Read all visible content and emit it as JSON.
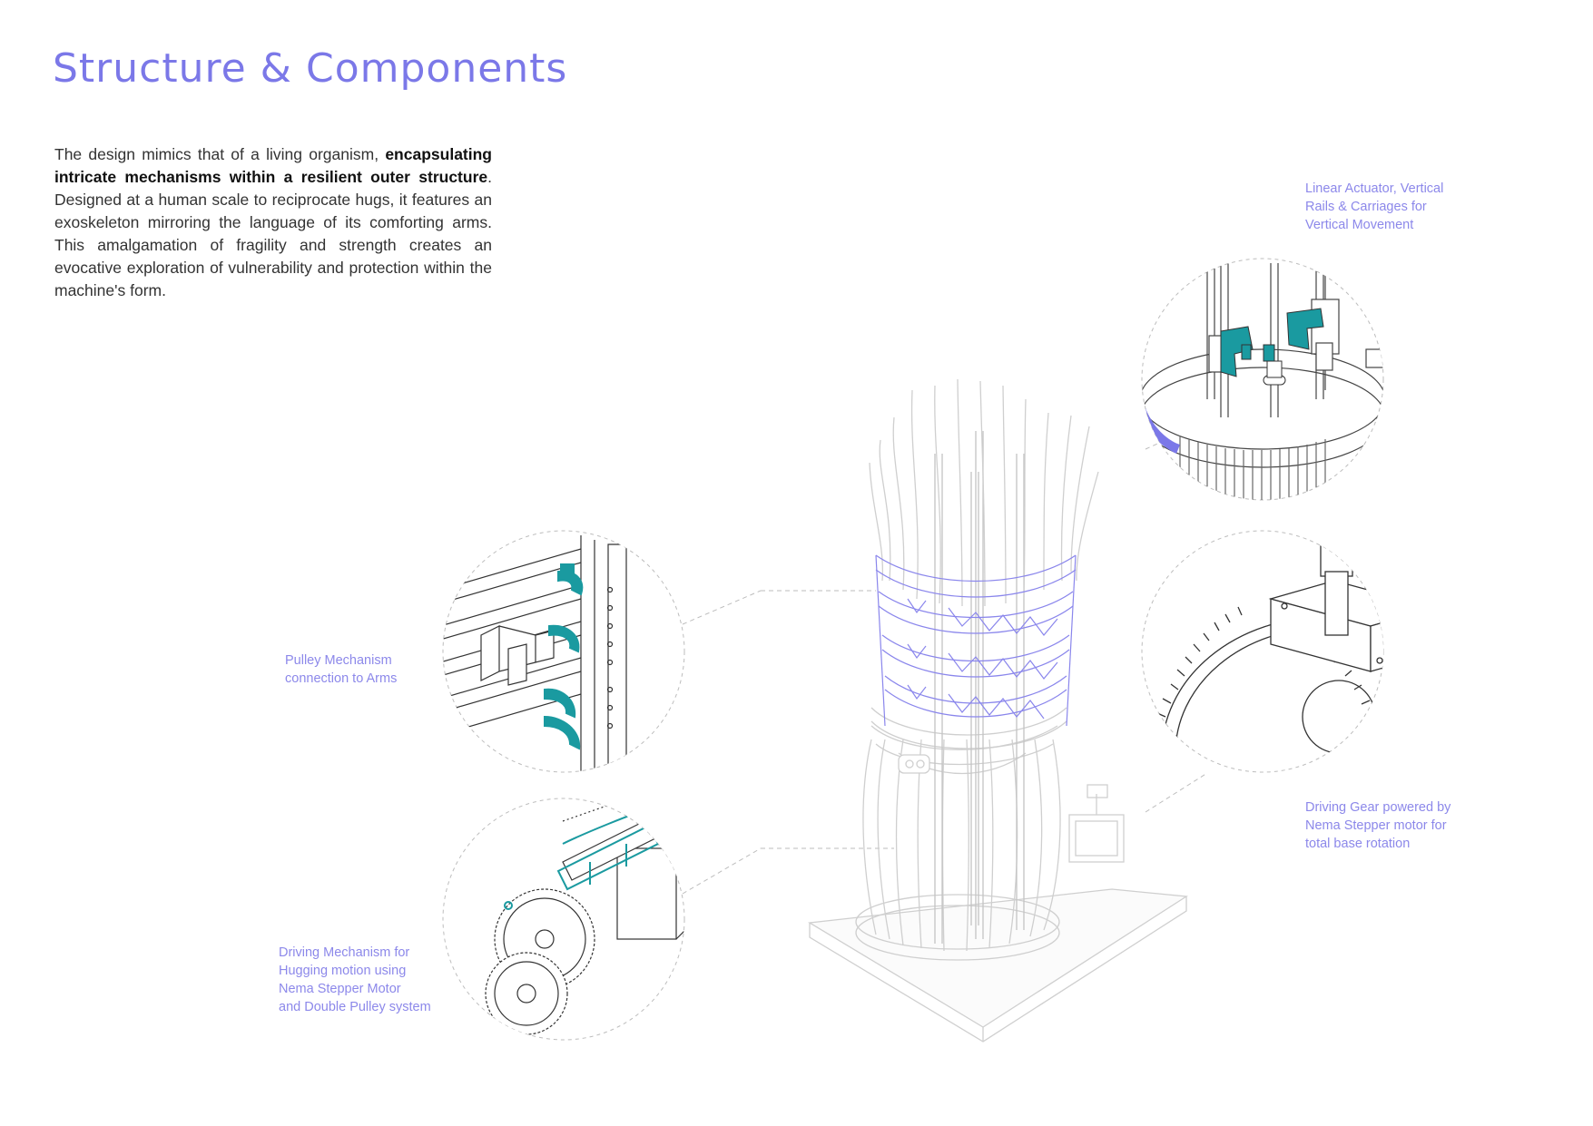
{
  "page": {
    "title": "Structure & Components",
    "intro": {
      "lead": "The design mimics that of a living organism, ",
      "emphasis": "encapsulating intricate mechanisms within a resilient outer structure",
      "rest": ". Designed at a human scale to reciprocate hugs, it features an exoskeleton mirroring the language of its comforting arms. This amalgamation of fragility and strength creates an evocative exploration of vulnerability and protection within the machine's form."
    }
  },
  "callouts": {
    "linear_actuator": "Linear Actuator, Vertical\nRails & Carriages for\nVertical Movement",
    "pulley": "Pulley Mechanism\nconnection to Arms",
    "driving_gear": "Driving Gear powered by\nNema Stepper motor for\ntotal base rotation",
    "driving_mechanism": "Driving Mechanism for\nHugging motion using\nNema Stepper Motor\nand Double Pulley system"
  },
  "colors": {
    "accent": "#7b78e8",
    "label": "#8c88ea",
    "teal": "#1a9aa0",
    "line": "#c9c9c9",
    "ink": "#555555"
  }
}
